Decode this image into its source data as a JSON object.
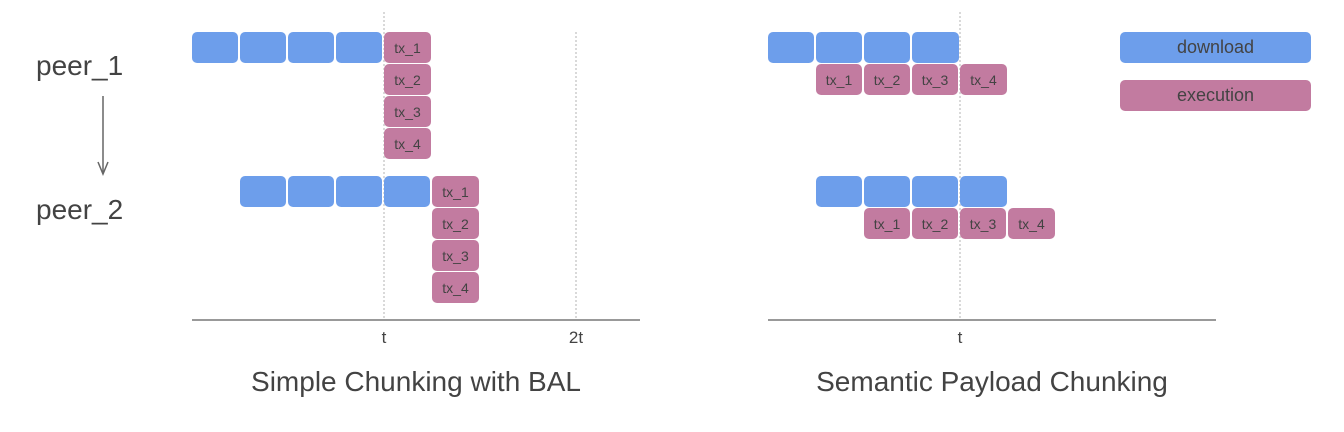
{
  "peers": [
    {
      "label": "peer_1"
    },
    {
      "label": "peer_2"
    }
  ],
  "colors": {
    "download": "#6d9eeb",
    "execution": "#c27ba0",
    "text": "#434343",
    "axis": "#999999",
    "gridline": "#d9d9d9"
  },
  "legend": {
    "download_label": "download",
    "execution_label": "execution"
  },
  "panels": [
    {
      "title": "Simple Chunking with BAL",
      "ticks": [
        "t",
        "2t"
      ],
      "rows": [
        {
          "peer": "peer_1",
          "download_chunks": 4,
          "download_start_slot": 0,
          "tx": [
            "tx_1",
            "tx_2",
            "tx_3",
            "tx_4"
          ],
          "tx_layout": "stacked-vertical",
          "tx_start_slot": 4
        },
        {
          "peer": "peer_2",
          "download_chunks": 4,
          "download_start_slot": 1,
          "tx": [
            "tx_1",
            "tx_2",
            "tx_3",
            "tx_4"
          ],
          "tx_layout": "stacked-vertical",
          "tx_start_slot": 5
        }
      ]
    },
    {
      "title": "Semantic Payload Chunking",
      "ticks": [
        "t"
      ],
      "rows": [
        {
          "peer": "peer_1",
          "download_chunks": 4,
          "download_start_slot": 0,
          "tx": [
            "tx_1",
            "tx_2",
            "tx_3",
            "tx_4"
          ],
          "tx_layout": "pipelined",
          "tx_start_slot": 1
        },
        {
          "peer": "peer_2",
          "download_chunks": 4,
          "download_start_slot": 1,
          "tx": [
            "tx_1",
            "tx_2",
            "tx_3",
            "tx_4"
          ],
          "tx_layout": "pipelined",
          "tx_start_slot": 2
        }
      ]
    }
  ]
}
